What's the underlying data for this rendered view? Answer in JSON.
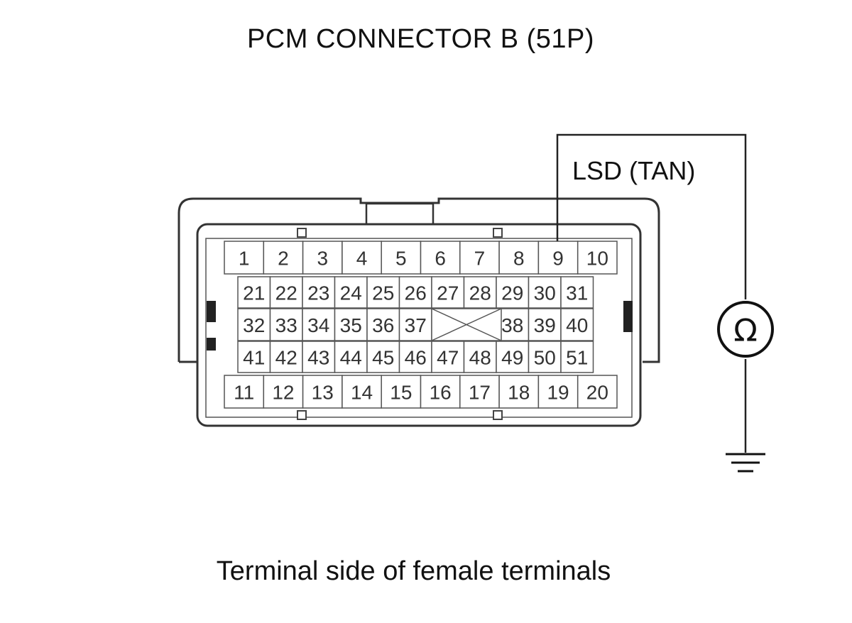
{
  "title": "PCM CONNECTOR B (51P)",
  "caption": "Terminal side of female terminals",
  "wire_label": "LSD (TAN)",
  "meter_symbol": "Ω",
  "meter_icon": "ohmmeter-icon",
  "ground_icon": "ground-icon",
  "probed_terminal": "9",
  "connector": {
    "row1": [
      "1",
      "2",
      "3",
      "4",
      "5",
      "6",
      "7",
      "8",
      "9",
      "10"
    ],
    "row2": [
      "21",
      "22",
      "23",
      "24",
      "25",
      "26",
      "27",
      "28",
      "29",
      "30",
      "31"
    ],
    "row3_left": [
      "32",
      "33",
      "34",
      "35",
      "36",
      "37"
    ],
    "row3_right": [
      "38",
      "39",
      "40"
    ],
    "row4": [
      "41",
      "42",
      "43",
      "44",
      "45",
      "46",
      "47",
      "48",
      "49",
      "50",
      "51"
    ],
    "row5": [
      "11",
      "12",
      "13",
      "14",
      "15",
      "16",
      "17",
      "18",
      "19",
      "20"
    ]
  }
}
